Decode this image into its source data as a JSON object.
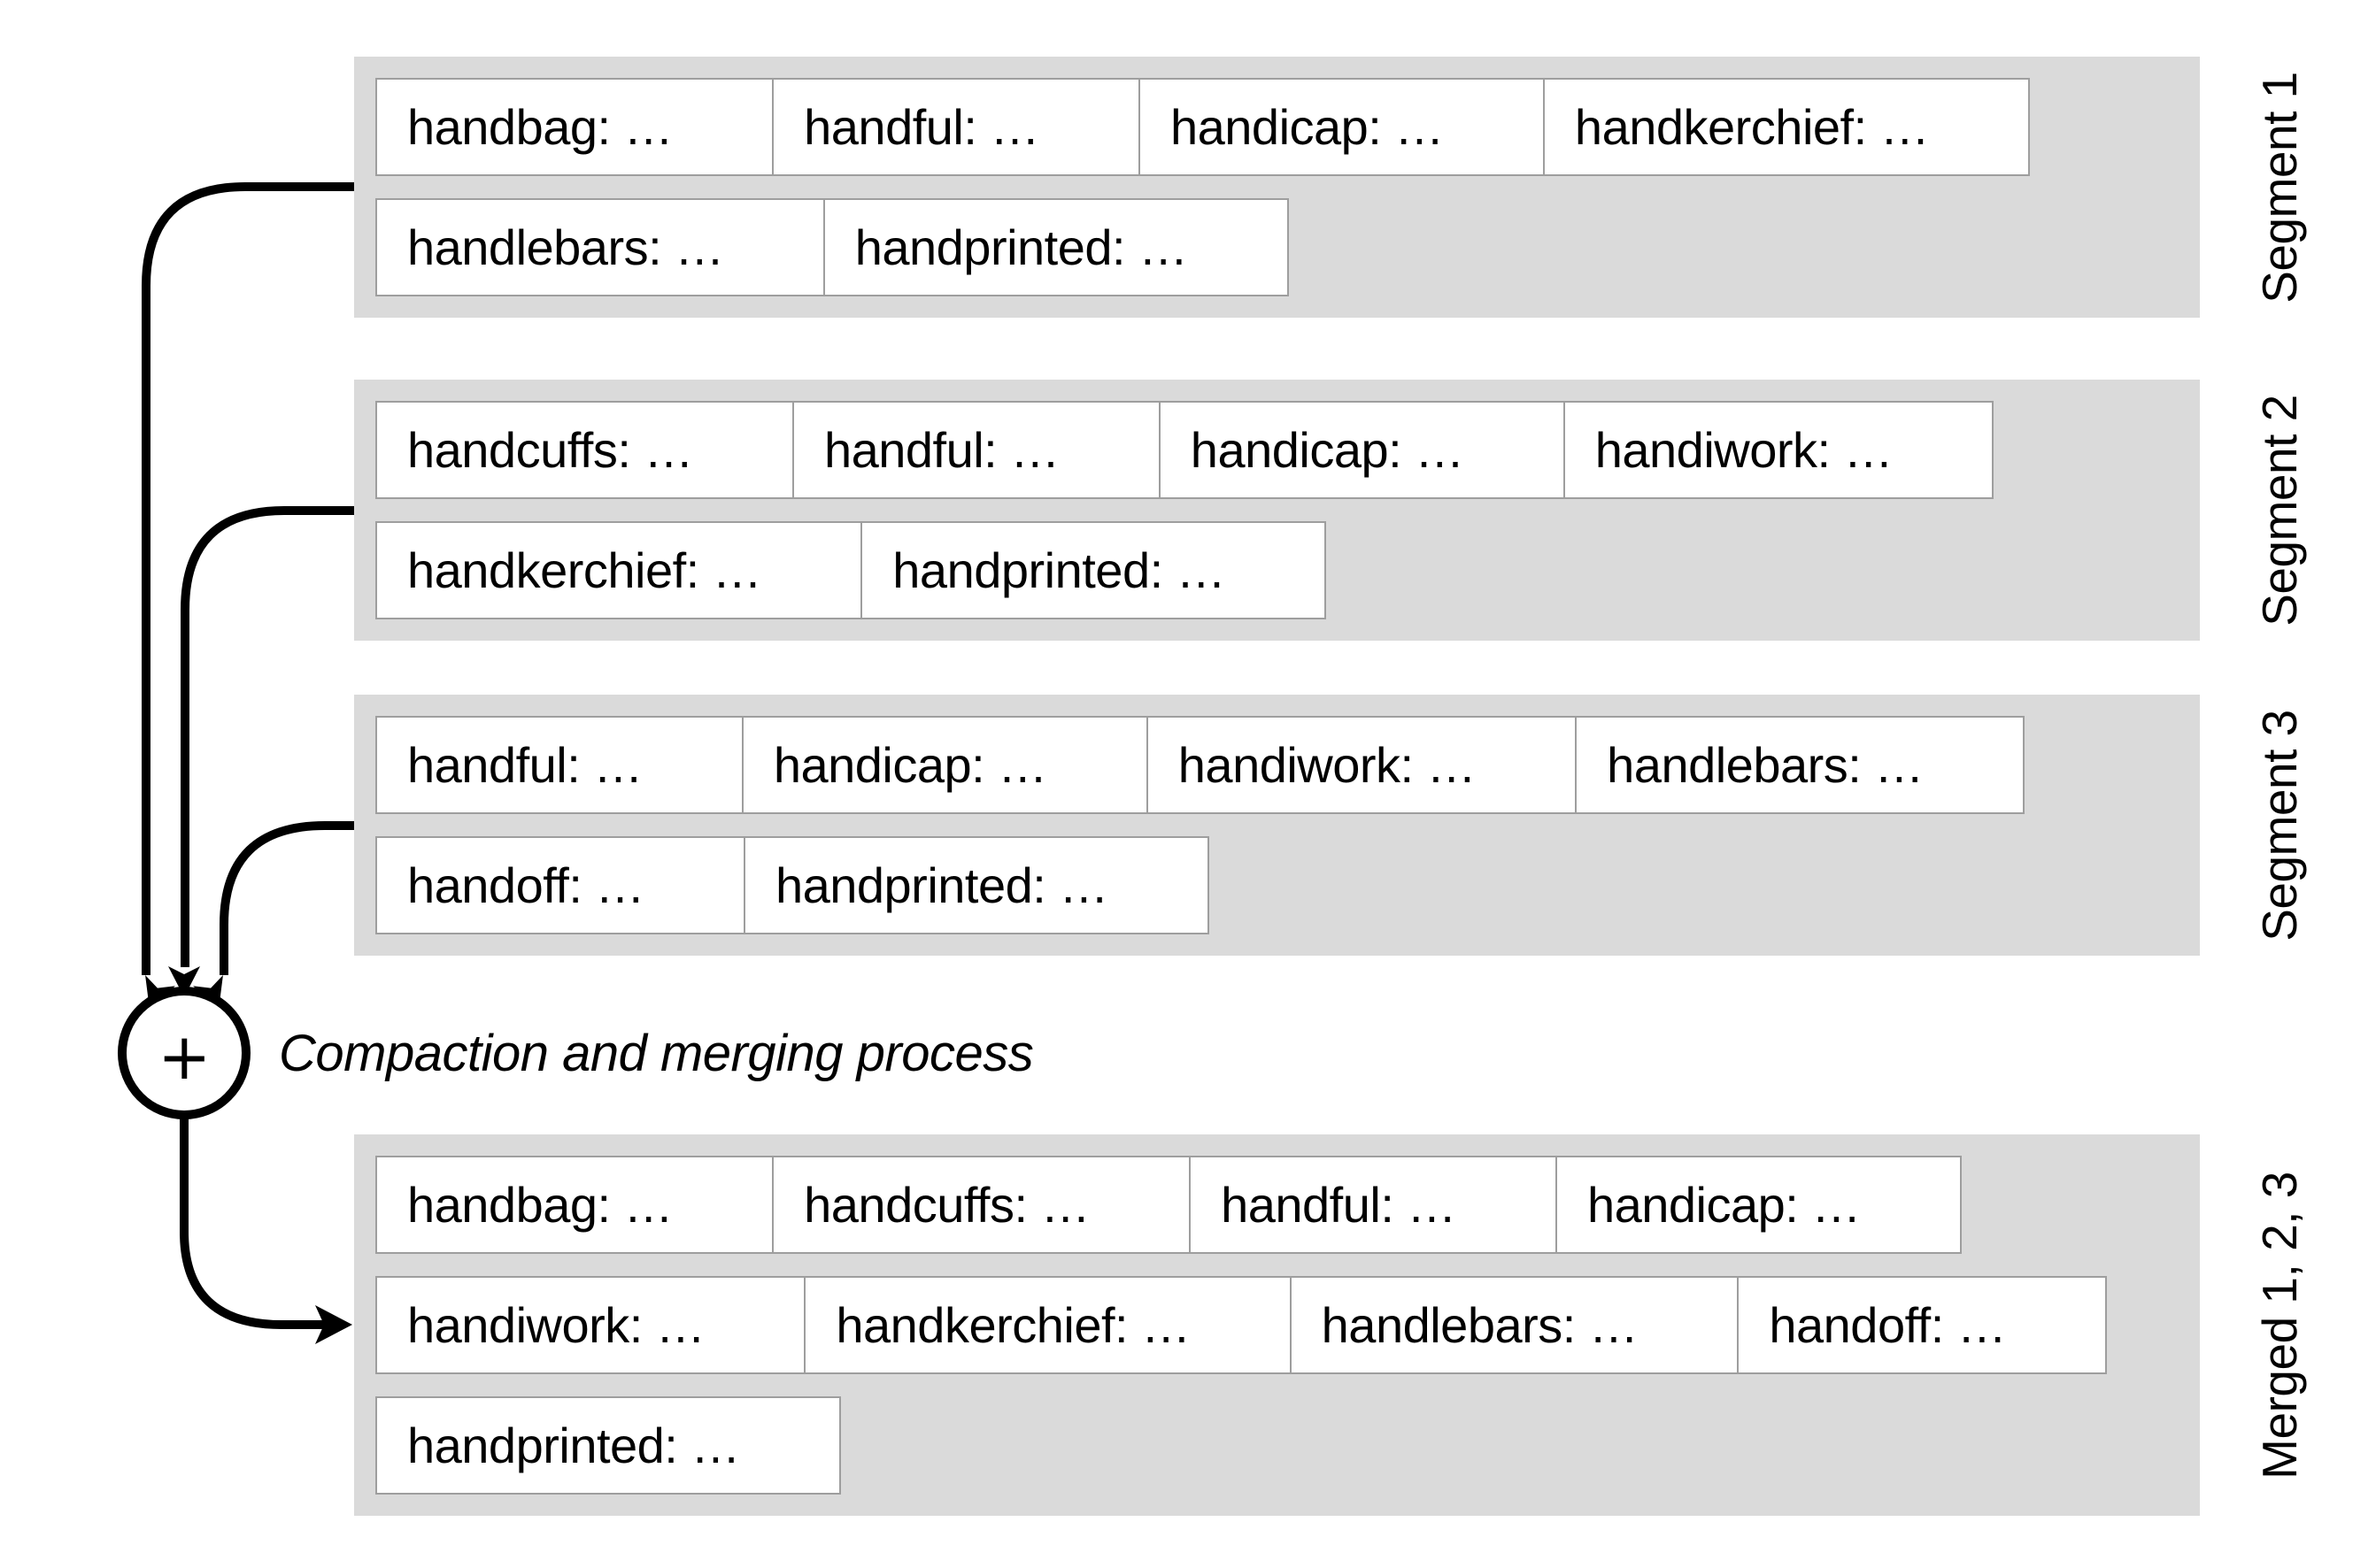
{
  "diagram": {
    "caption": "Compaction and merging process",
    "merge_node": {
      "symbol": "+"
    },
    "panels": [
      {
        "label": "Segment 1",
        "rows": [
          [
            "handbag: …",
            "handful: …",
            "handicap: …",
            "handkerchief: …"
          ],
          [
            "handlebars: …",
            "handprinted: …"
          ]
        ]
      },
      {
        "label": "Segment 2",
        "rows": [
          [
            "handcuffs: …",
            "handful: …",
            "handicap: …",
            "handiwork: …"
          ],
          [
            "handkerchief: …",
            "handprinted: …"
          ]
        ]
      },
      {
        "label": "Segment 3",
        "rows": [
          [
            "handful: …",
            "handicap: …",
            "handiwork: …",
            "handlebars: …"
          ],
          [
            "handoff: …",
            "handprinted: …"
          ]
        ]
      },
      {
        "label": "Merged 1, 2, 3",
        "rows": [
          [
            "handbag: …",
            "handcuffs: …",
            "handful: …",
            "handicap: …"
          ],
          [
            "handiwork: …",
            "handkerchief: …",
            "handlebars: …",
            "handoff: …"
          ],
          [
            "handprinted: …"
          ]
        ]
      }
    ],
    "colors": {
      "panel_bg": "#dadada",
      "box_bg": "#ffffff",
      "box_border": "#9e9e9e",
      "line": "#000000"
    }
  }
}
